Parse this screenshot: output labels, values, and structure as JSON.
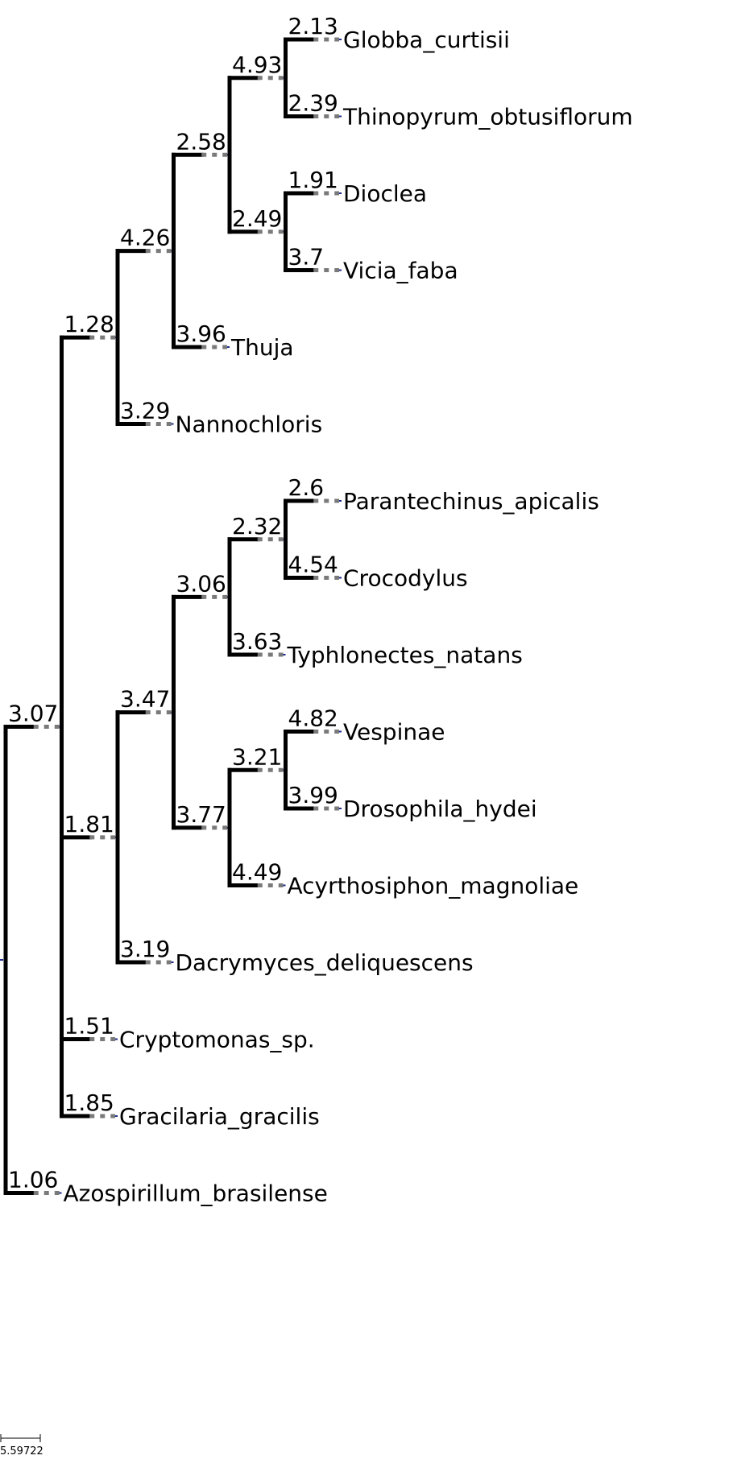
{
  "tree": {
    "scale_label": "5.59722",
    "nodes": [
      {
        "id": "root",
        "parent": null,
        "length": 0
      },
      {
        "id": "n_a",
        "parent": "root",
        "length": 3.07,
        "label": "3.07"
      },
      {
        "id": "t_azo",
        "parent": "root",
        "length": 1.06,
        "label": "1.06",
        "name": "Azospirillum_brasilense"
      },
      {
        "id": "n_b",
        "parent": "n_a",
        "length": 1.28,
        "label": "1.28"
      },
      {
        "id": "n_c",
        "parent": "n_a",
        "length": 1.81,
        "label": "1.81"
      },
      {
        "id": "t_cry",
        "parent": "n_a",
        "length": 1.51,
        "label": "1.51",
        "name": "Cryptomonas_sp."
      },
      {
        "id": "t_gra",
        "parent": "n_a",
        "length": 1.85,
        "label": "1.85",
        "name": "Gracilaria_gracilis"
      },
      {
        "id": "n_d",
        "parent": "n_b",
        "length": 4.26,
        "label": "4.26"
      },
      {
        "id": "t_nan",
        "parent": "n_b",
        "length": 3.29,
        "label": "3.29",
        "name": "Nannochloris"
      },
      {
        "id": "n_e",
        "parent": "n_d",
        "length": 2.58,
        "label": "2.58"
      },
      {
        "id": "t_thu",
        "parent": "n_d",
        "length": 3.96,
        "label": "3.96",
        "name": "Thuja"
      },
      {
        "id": "n_f",
        "parent": "n_e",
        "length": 4.93,
        "label": "4.93"
      },
      {
        "id": "n_g",
        "parent": "n_e",
        "length": 2.49,
        "label": "2.49"
      },
      {
        "id": "t_glo",
        "parent": "n_f",
        "length": 2.13,
        "label": "2.13",
        "name": "Globba_curtisii"
      },
      {
        "id": "t_thi",
        "parent": "n_f",
        "length": 2.39,
        "label": "2.39",
        "name": "Thinopyrum_obtusiflorum"
      },
      {
        "id": "t_dio",
        "parent": "n_g",
        "length": 1.91,
        "label": "1.91",
        "name": "Dioclea"
      },
      {
        "id": "t_vic",
        "parent": "n_g",
        "length": 3.7,
        "label": "3.7",
        "name": "Vicia_faba"
      },
      {
        "id": "n_h",
        "parent": "n_c",
        "length": 3.47,
        "label": "3.47"
      },
      {
        "id": "t_dac",
        "parent": "n_c",
        "length": 3.19,
        "label": "3.19",
        "name": "Dacrymyces_deliquescens"
      },
      {
        "id": "n_i",
        "parent": "n_h",
        "length": 3.06,
        "label": "3.06"
      },
      {
        "id": "n_j",
        "parent": "n_h",
        "length": 3.77,
        "label": "3.77"
      },
      {
        "id": "n_k",
        "parent": "n_i",
        "length": 2.32,
        "label": "2.32"
      },
      {
        "id": "t_typ",
        "parent": "n_i",
        "length": 3.63,
        "label": "3.63",
        "name": "Typhlonectes_natans"
      },
      {
        "id": "t_par",
        "parent": "n_k",
        "length": 2.6,
        "label": "2.6",
        "name": "Parantechinus_apicalis"
      },
      {
        "id": "t_cro",
        "parent": "n_k",
        "length": 4.54,
        "label": "4.54",
        "name": "Crocodylus"
      },
      {
        "id": "n_l",
        "parent": "n_j",
        "length": 3.21,
        "label": "3.21"
      },
      {
        "id": "t_acy",
        "parent": "n_j",
        "length": 4.49,
        "label": "4.49",
        "name": "Acyrthosiphon_magnoliae"
      },
      {
        "id": "t_ves",
        "parent": "n_l",
        "length": 4.82,
        "label": "4.82",
        "name": "Vespinae"
      },
      {
        "id": "t_dro",
        "parent": "n_l",
        "length": 3.99,
        "label": "3.99",
        "name": "Drosophila_hydei"
      }
    ]
  }
}
